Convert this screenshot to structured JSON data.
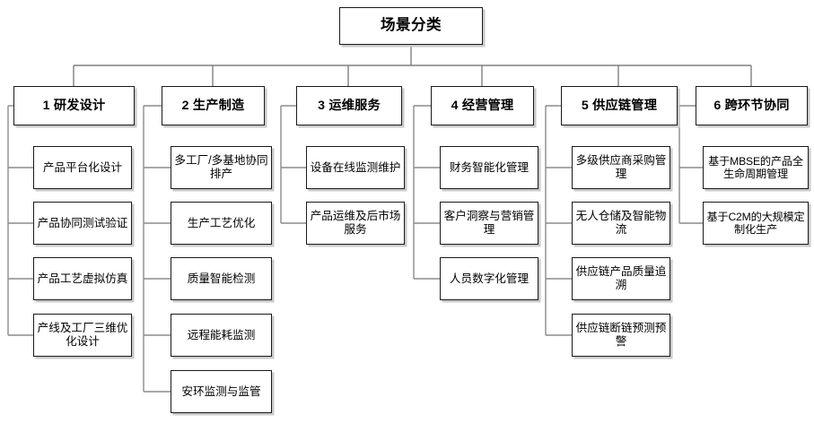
{
  "diagram": {
    "title": "场景分类",
    "type": "org-tree",
    "colors": {
      "box_border": "#1a1a1a",
      "box_fill": "#ffffff",
      "shadow": "#c9c9c9",
      "connector_root": "#7f7f7f",
      "connector_branch": "#8c8c8c",
      "text": "#000000"
    },
    "root": {
      "label": "场景分类"
    },
    "categories": [
      {
        "label": "1 研发设计",
        "items": [
          {
            "label": "产品平台化设计"
          },
          {
            "label": "产品协同测试验证"
          },
          {
            "label": "产品工艺虚拟仿真"
          },
          {
            "label": "产线及工厂三维优化设计"
          }
        ]
      },
      {
        "label": "2 生产制造",
        "items": [
          {
            "label": "多工厂/多基地协同排产"
          },
          {
            "label": "生产工艺优化"
          },
          {
            "label": "质量智能检测"
          },
          {
            "label": "远程能耗监测"
          },
          {
            "label": "安环监测与监管"
          }
        ]
      },
      {
        "label": "3 运维服务",
        "items": [
          {
            "label": "设备在线监测维护"
          },
          {
            "label": "产品运维及后市场服务"
          }
        ]
      },
      {
        "label": "4 经营管理",
        "items": [
          {
            "label": "财务智能化管理"
          },
          {
            "label": "客户洞察与营销管理"
          },
          {
            "label": "人员数字化管理"
          }
        ]
      },
      {
        "label": "5 供应链管理",
        "items": [
          {
            "label": "多级供应商采购管理"
          },
          {
            "label": "无人仓储及智能物流"
          },
          {
            "label": "供应链产品质量追溯"
          },
          {
            "label": "供应链断链预测预警"
          }
        ]
      },
      {
        "label": "6 跨环节协同",
        "items": [
          {
            "label": "基于MBSE的产品全生命周期管理"
          },
          {
            "label": "基于C2M的大规模定制化生产"
          }
        ]
      }
    ]
  }
}
